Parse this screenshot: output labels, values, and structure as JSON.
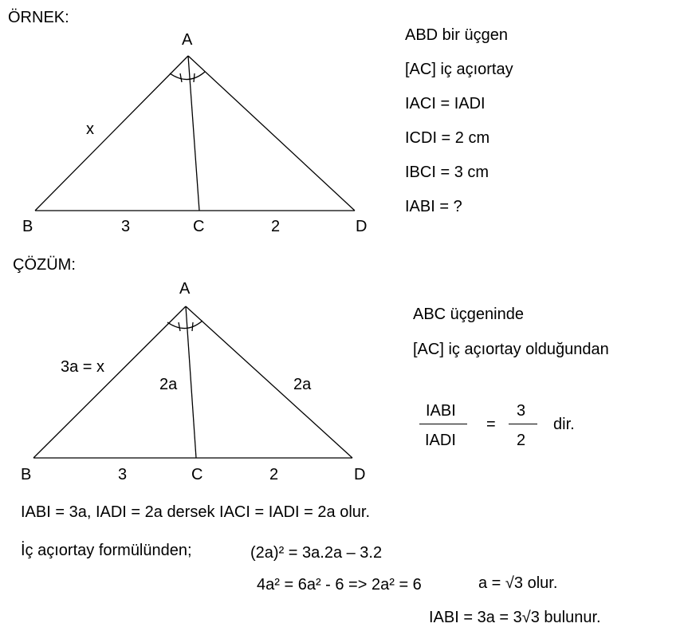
{
  "example": {
    "heading": "ÖRNEK:",
    "vertices": {
      "A": "A",
      "B": "B",
      "C": "C",
      "D": "D"
    },
    "side_label": "x",
    "bc_label": "3",
    "cd_label": "2",
    "given": [
      "ABD bir üçgen",
      "[AC] iç açıortay",
      "IACI = IADI",
      "ICDI = 2 cm",
      "IBCI = 3 cm",
      "IABI = ?"
    ]
  },
  "solution": {
    "heading": "ÇÖZÜM:",
    "vertices": {
      "A": "A",
      "B": "B",
      "C": "C",
      "D": "D"
    },
    "ab_label": "3a = x",
    "ac_label": "2a",
    "ad_label": "2a",
    "bc_label": "3",
    "cd_label": "2",
    "notes": [
      "ABC üçgeninde",
      "[AC] iç açıortay olduğundan"
    ],
    "ratio": {
      "num_left": "IABI",
      "den_left": "IADI",
      "equals": "=",
      "num_right": "3",
      "den_right": "2",
      "suffix": "dir."
    },
    "line1": "IABI = 3a, IADI = 2a dersek  IACI = IADI = 2a olur.",
    "line2_label": "İç açıortay formülünden;",
    "line2_eq": "(2a)² = 3a.2a – 3.2",
    "line3_eq": "4a² = 6a² - 6  => 2a² = 6",
    "line3_result": "a =  √3 olur.",
    "line4": "IABI = 3a = 3√3  bulunur."
  }
}
